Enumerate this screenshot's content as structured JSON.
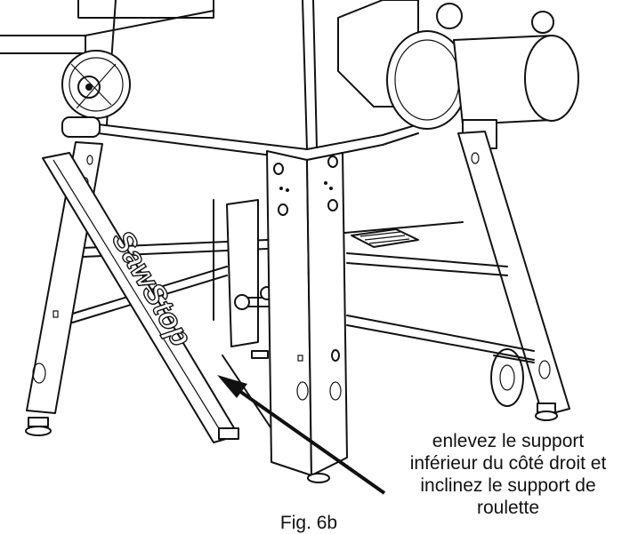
{
  "figure": {
    "caption": "Fig. 6b",
    "brand_text": "SawStop",
    "callout_lines": [
      "enlevez le support",
      "inférieur du côté droit et",
      "inclinez le support de",
      "roulette"
    ]
  }
}
